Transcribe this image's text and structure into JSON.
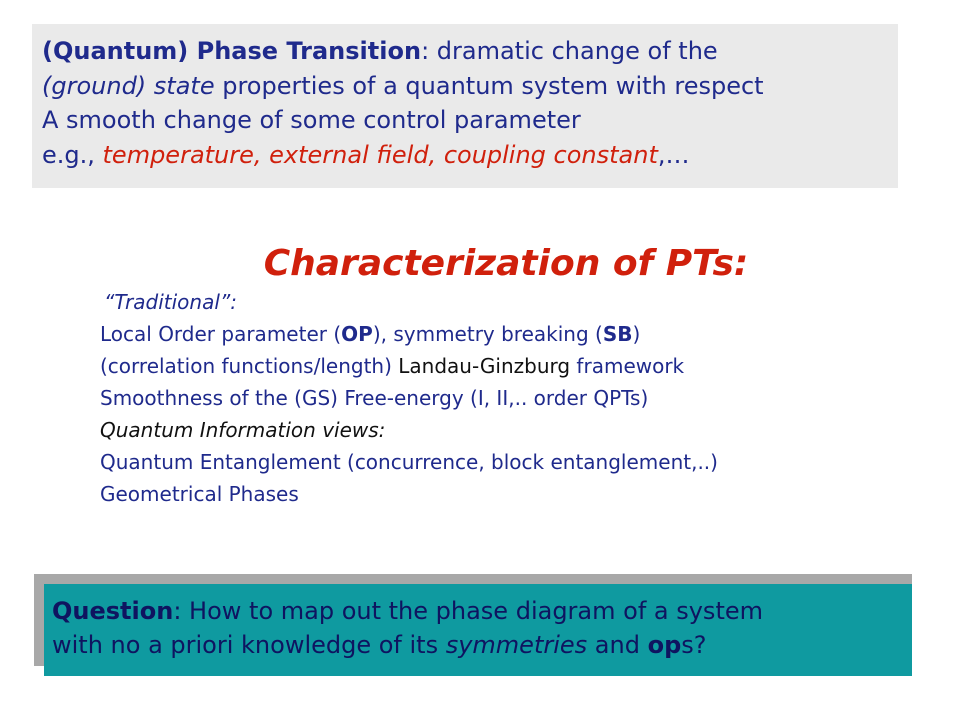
{
  "definition": {
    "line1": {
      "bold": "(Quantum) Phase Transition",
      "rest": ": dramatic change of the"
    },
    "line2": {
      "italic": "(ground) state",
      "rest": " properties of a quantum system with respect"
    },
    "line3": "A smooth change of some control parameter",
    "line4": {
      "prefix": "e.g., ",
      "examples": "temperature, external field, coupling constant",
      "suffix": ",…"
    }
  },
  "section_title": "Characterization of PTs:",
  "list": {
    "traditional_heading": "“Traditional”:",
    "item1": {
      "a": "Local Order parameter (",
      "b": "OP",
      "c": "), symmetry breaking (",
      "d": "SB",
      "e": ")"
    },
    "item2": {
      "a": "(correlation functions/length) ",
      "b": "Landau-Ginzburg",
      "c": " framework"
    },
    "item3": "Smoothness of the (GS) Free-energy (I, II,.. order QPTs)",
    "qi_heading": "Quantum Information views:",
    "item4": "Quantum Entanglement (concurrence, block entanglement,..)",
    "item5": "Geometrical Phases"
  },
  "question": {
    "label": "Question",
    "text1": ": How to map out the phase diagram of a system",
    "text2a": "with no a priori knowledge of its ",
    "text2b": "symmetries",
    "text2c": " and ",
    "text2d": "op",
    "text2e": "s?"
  },
  "colors": {
    "text_blue": "#1f2a8c",
    "accent_red": "#d0200c",
    "question_bg": "#0f9aa0",
    "definition_bg": "#eaeaea"
  }
}
